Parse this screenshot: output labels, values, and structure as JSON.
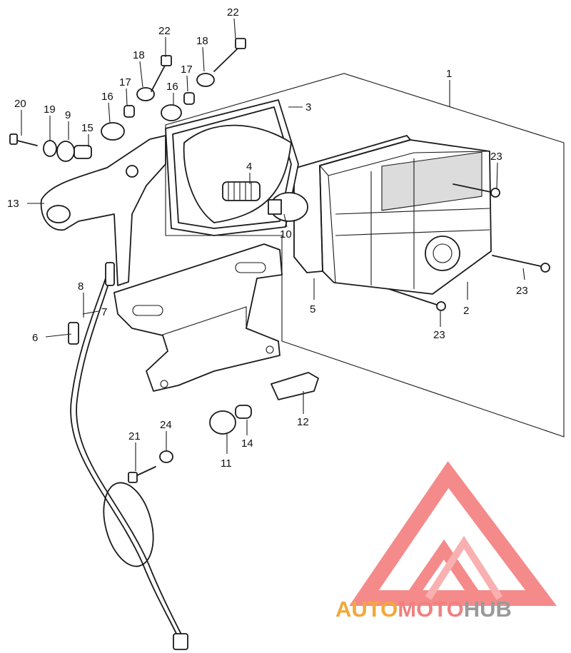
{
  "callouts": {
    "n1": "1",
    "n2": "2",
    "n3": "3",
    "n4": "4",
    "n5": "5",
    "n6": "6",
    "n7": "7",
    "n8": "8",
    "n9": "9",
    "n10": "10",
    "n11": "11",
    "n12": "12",
    "n13": "13",
    "n14": "14",
    "n15": "15",
    "n16a": "16",
    "n16b": "16",
    "n17a": "17",
    "n17b": "17",
    "n18a": "18",
    "n18b": "18",
    "n19": "19",
    "n20": "20",
    "n21": "21",
    "n22a": "22",
    "n22b": "22",
    "n23a": "23",
    "n23b": "23",
    "n23c": "23",
    "n24": "24"
  },
  "watermark": {
    "auto": "AUTO",
    "moto": "MOTO",
    "hub": "HUB",
    "color_orange": "#f2a83a",
    "color_red": "#f08080",
    "color_gray": "#9a9a9a"
  }
}
